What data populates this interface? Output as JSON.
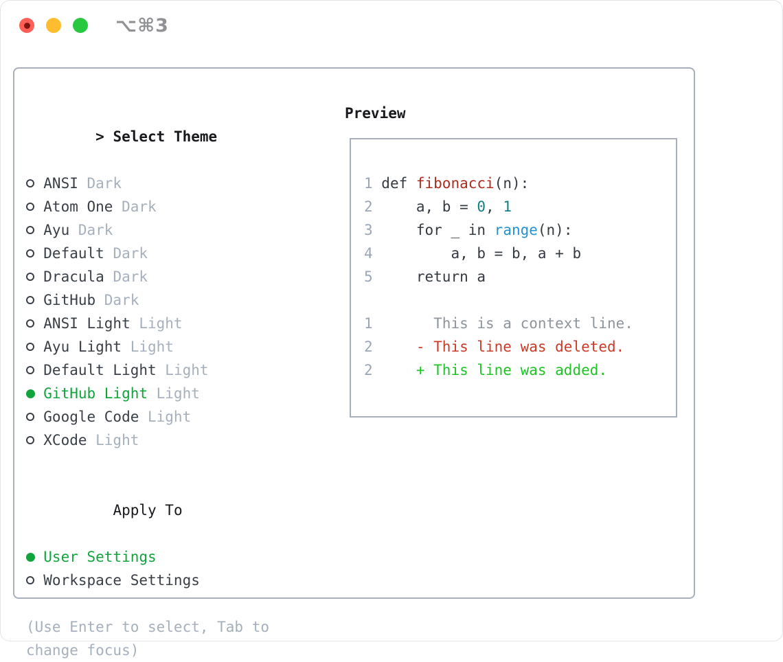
{
  "colors": {
    "accent-green": "#11a43c",
    "added-green": "#1dc424",
    "deleted-red": "#cb3a27",
    "func-red": "#ab2c1e",
    "number-teal": "#0f7f86",
    "builtin-blue": "#2492d2",
    "code-dark": "#343a41",
    "item-dark": "#393f47",
    "heading-black": "#17191d",
    "muted-gray": "#a6b0bd",
    "context-gray": "#8d949c",
    "lineno-gray": "#9ba6b5",
    "panel-border": "#a7afba",
    "titlebar-gray": "#8f9194",
    "light-red": "#ff5f57",
    "light-yellow": "#febc2e",
    "light-green": "#28c840",
    "close-dot": "#7f150f"
  },
  "window": {
    "title": "⌥⌘3"
  },
  "theme_panel": {
    "header_prefix": ">",
    "header": "Select Theme",
    "items": [
      {
        "label": "ANSI",
        "variant": "Dark",
        "selected": false
      },
      {
        "label": "Atom One",
        "variant": "Dark",
        "selected": false
      },
      {
        "label": "Ayu",
        "variant": "Dark",
        "selected": false
      },
      {
        "label": "Default",
        "variant": "Dark",
        "selected": false
      },
      {
        "label": "Dracula",
        "variant": "Dark",
        "selected": false
      },
      {
        "label": "GitHub",
        "variant": "Dark",
        "selected": false
      },
      {
        "label": "ANSI Light",
        "variant": "Light",
        "selected": false
      },
      {
        "label": "Ayu Light",
        "variant": "Light",
        "selected": false
      },
      {
        "label": "Default Light",
        "variant": "Light",
        "selected": false
      },
      {
        "label": "GitHub Light",
        "variant": "Light",
        "selected": true
      },
      {
        "label": "Google Code",
        "variant": "Light",
        "selected": false
      },
      {
        "label": "XCode",
        "variant": "Light",
        "selected": false
      }
    ],
    "apply_header": "Apply To",
    "apply_options": [
      {
        "label": "User Settings",
        "selected": true
      },
      {
        "label": "Workspace Settings",
        "selected": false
      }
    ],
    "hint_lines": [
      "(Use Enter to select, Tab to",
      "change focus)"
    ]
  },
  "preview": {
    "header": "Preview",
    "code_lines": [
      {
        "no": "1",
        "tokens": [
          {
            "t": "def ",
            "c": "code"
          },
          {
            "t": "fibonacci",
            "c": "func"
          },
          {
            "t": "(n):",
            "c": "code"
          }
        ]
      },
      {
        "no": "2",
        "tokens": [
          {
            "t": "    a, b = ",
            "c": "code"
          },
          {
            "t": "0",
            "c": "num"
          },
          {
            "t": ", ",
            "c": "code"
          },
          {
            "t": "1",
            "c": "num"
          }
        ]
      },
      {
        "no": "3",
        "tokens": [
          {
            "t": "    for _ in ",
            "c": "code"
          },
          {
            "t": "range",
            "c": "builtin"
          },
          {
            "t": "(n):",
            "c": "code"
          }
        ]
      },
      {
        "no": "4",
        "tokens": [
          {
            "t": "        a, b = b, a + b",
            "c": "code"
          }
        ]
      },
      {
        "no": "5",
        "tokens": [
          {
            "t": "    return a",
            "c": "code"
          }
        ]
      }
    ],
    "diff_lines": [
      {
        "no": "1",
        "tokens": [
          {
            "t": "      This is a context line.",
            "c": "context"
          }
        ]
      },
      {
        "no": "2",
        "tokens": [
          {
            "t": "    - This line was deleted.",
            "c": "deleted"
          }
        ]
      },
      {
        "no": "2",
        "tokens": [
          {
            "t": "    + This line was added.",
            "c": "added"
          }
        ]
      }
    ]
  }
}
